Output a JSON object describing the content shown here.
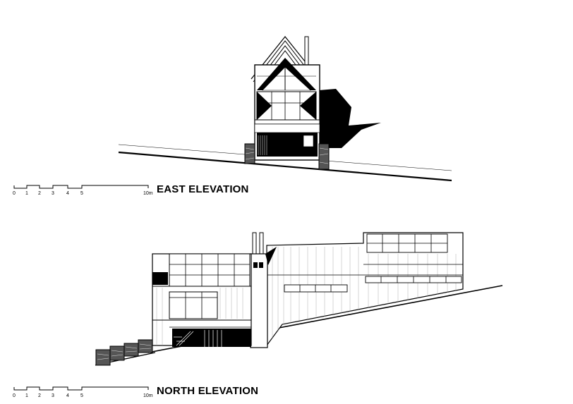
{
  "drawings": [
    {
      "title": "EAST ELEVATION",
      "scale_labels": [
        "0",
        "1",
        "2",
        "3",
        "4",
        "5",
        "10m"
      ]
    },
    {
      "title": "NORTH ELEVATION",
      "scale_labels": [
        "0",
        "1",
        "2",
        "3",
        "4",
        "5",
        "10m"
      ]
    }
  ]
}
